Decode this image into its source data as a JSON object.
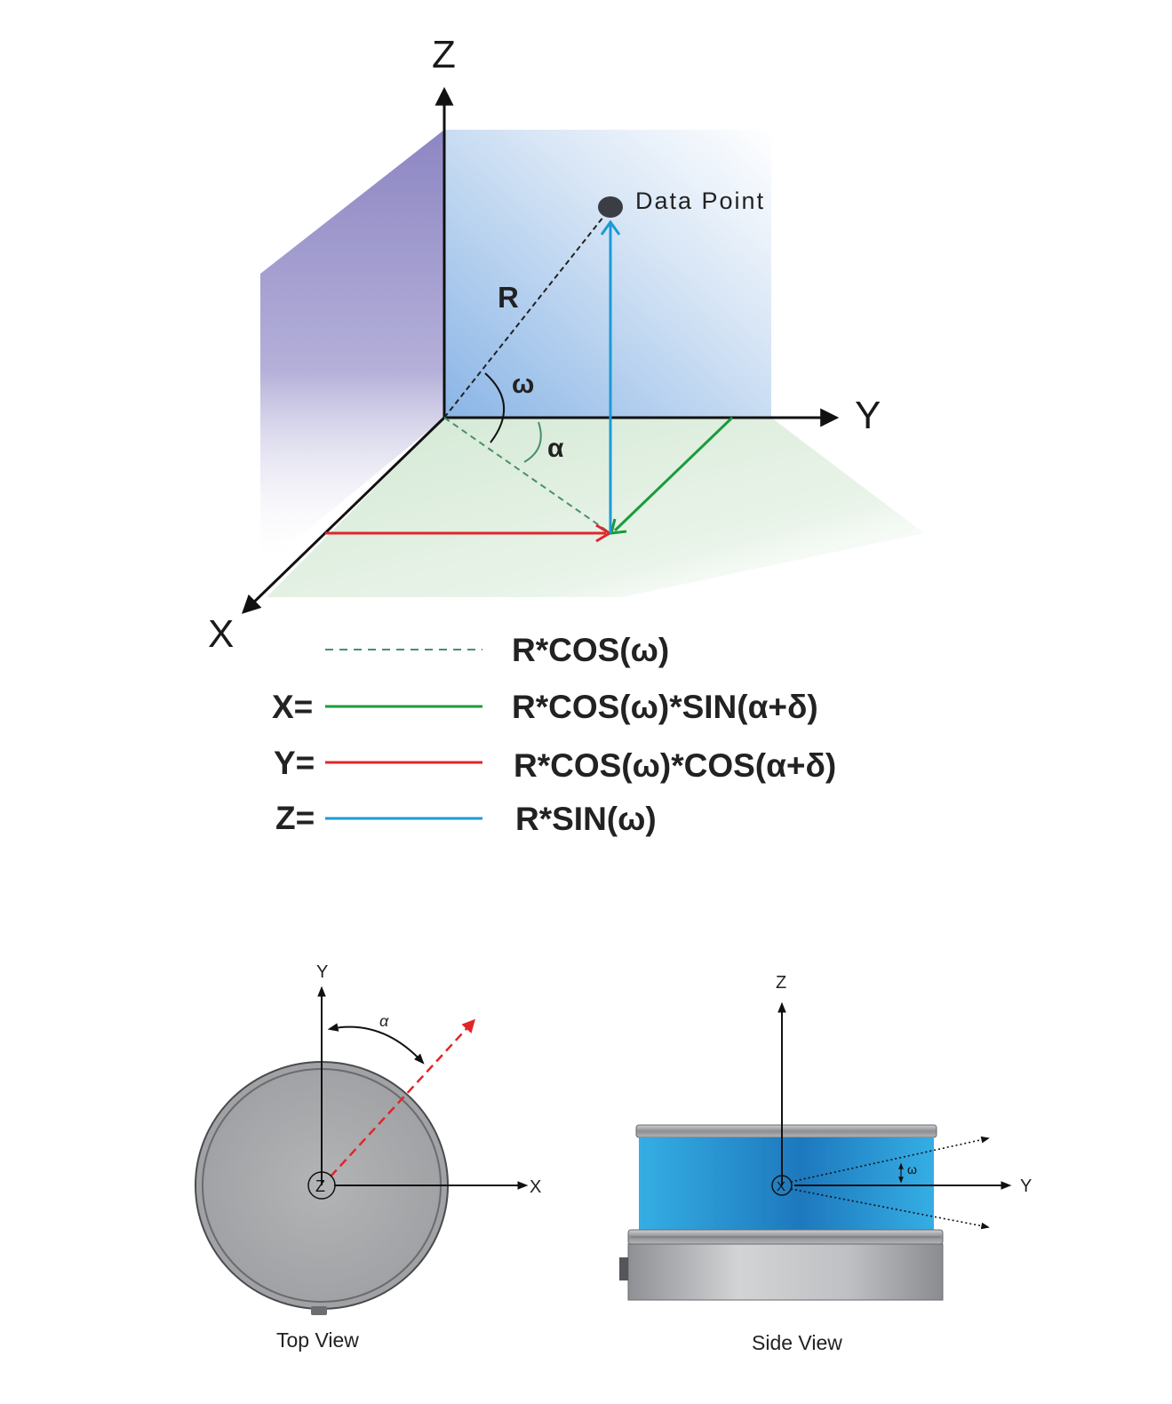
{
  "colors": {
    "x_component": "#1a9b3c",
    "y_component": "#e0262b",
    "z_component": "#1c9ad6",
    "projection": "#4a8f6c",
    "back_wall": "#8e88c4",
    "back_plane": "#a9c8ec",
    "floor": "#d9ecd9",
    "sensor_body": "#a7a8ab",
    "sensor_window": "#2a9ad8"
  },
  "diagram_3d": {
    "axis_z": "Z",
    "axis_y": "Y",
    "axis_x": "X",
    "point_label": "Data Point",
    "r_label": "R",
    "omega_label": "ω",
    "alpha_label": "α"
  },
  "legend": [
    {
      "prefix": "",
      "style": "dashed",
      "color_key": "projection",
      "formula": "R*COS(ω)"
    },
    {
      "prefix": "X=",
      "style": "solid",
      "color_key": "x_component",
      "formula": "R*COS(ω)*SIN(α+δ)"
    },
    {
      "prefix": "Y=",
      "style": "solid",
      "color_key": "y_component",
      "formula": "R*COS(ω)*COS(α+δ)"
    },
    {
      "prefix": "Z=",
      "style": "solid",
      "color_key": "z_component",
      "formula": "R*SIN(ω)"
    }
  ],
  "top_view": {
    "axis_y": "Y",
    "axis_x": "X",
    "center_label": "Z",
    "alpha_label": "α",
    "caption": "Top View"
  },
  "side_view": {
    "axis_z": "Z",
    "axis_y": "Y",
    "center_label": "X",
    "omega_label": "ω",
    "caption": "Side View"
  }
}
